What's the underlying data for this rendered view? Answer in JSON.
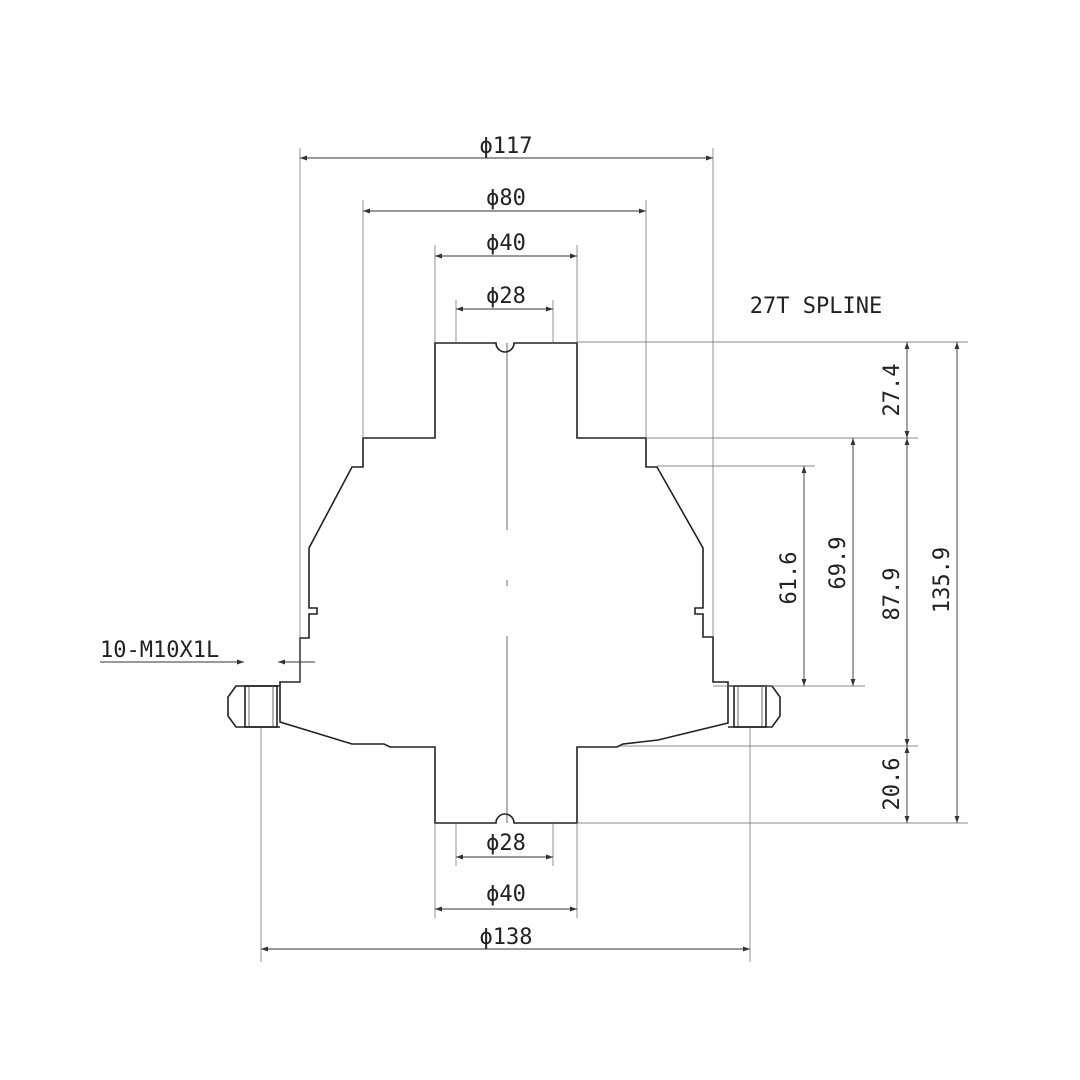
{
  "diagram": {
    "note_spline": "27T SPLINE",
    "note_thread": "10-M10X1L",
    "dims": {
      "d117": "ϕ117",
      "d80": "ϕ80",
      "d40_top": "ϕ40",
      "d28_top": "ϕ28",
      "d28_bottom": "ϕ28",
      "d40_bottom": "ϕ40",
      "d138": "ϕ138",
      "h27_4": "27.4",
      "h61_6": "61.6",
      "h69_9": "69.9",
      "h87_9": "87.9",
      "h135_9": "135.9",
      "h20_6": "20.6"
    }
  }
}
